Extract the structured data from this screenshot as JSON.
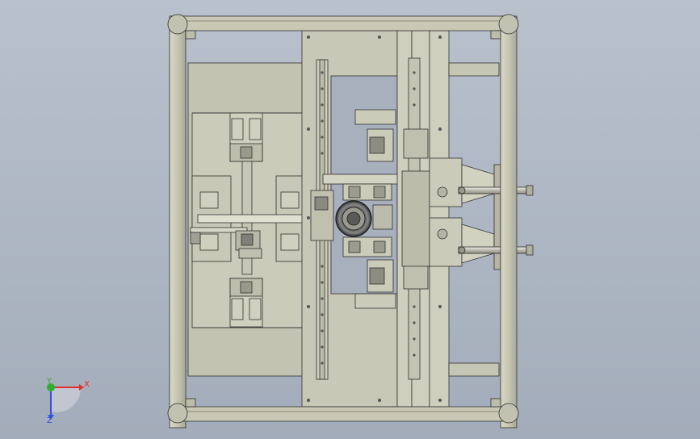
{
  "viewport": {
    "background": "#a8b0bd",
    "frame_color": "#c8c8b4",
    "plate_color": "#c3c3b1",
    "edge_color": "#303030"
  },
  "triad": {
    "x_label": "X",
    "y_label": "Y",
    "z_label": "Z",
    "x_color": "#e03030",
    "y_color": "#30b030",
    "z_color": "#3050e0"
  }
}
